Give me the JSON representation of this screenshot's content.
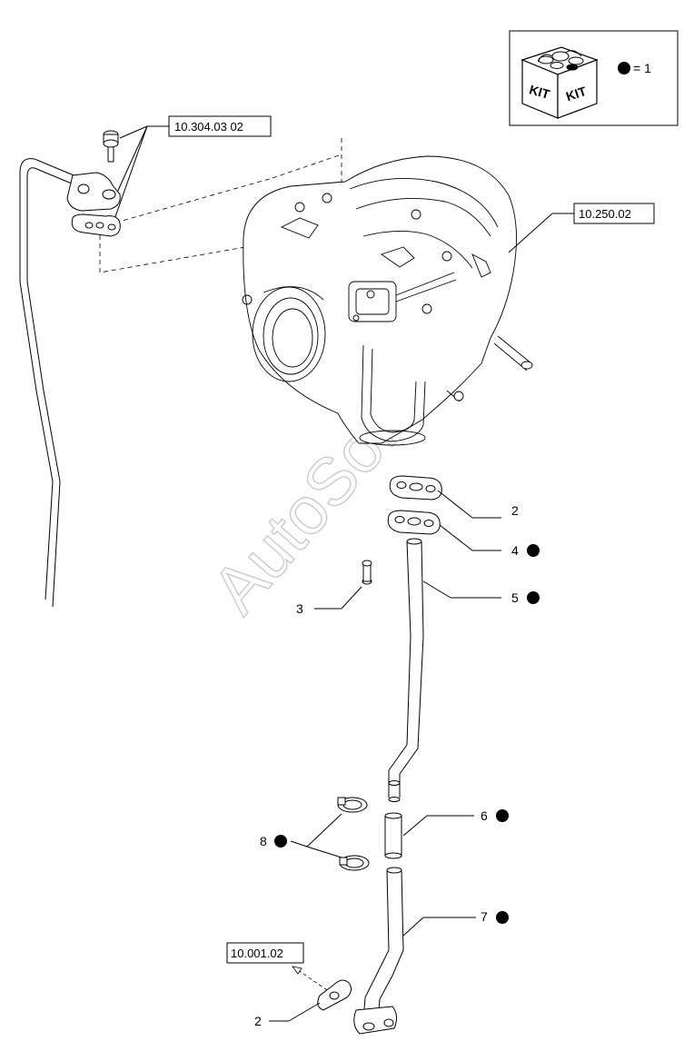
{
  "watermark": "AutoSoft",
  "legend": {
    "kit_label_left": "KIT",
    "kit_label_right": "KIT",
    "equals_text": "= 1"
  },
  "references": {
    "ref_top_left": "10.304.03 02",
    "ref_turbo": "10.250.02",
    "ref_bottom": "10.001.02"
  },
  "callouts": [
    {
      "number": "2",
      "kit": false
    },
    {
      "number": "4",
      "kit": true
    },
    {
      "number": "5",
      "kit": true
    },
    {
      "number": "3",
      "kit": false
    },
    {
      "number": "6",
      "kit": true
    },
    {
      "number": "8",
      "kit": true
    },
    {
      "number": "7",
      "kit": true
    },
    {
      "number": "2",
      "kit": false
    }
  ]
}
